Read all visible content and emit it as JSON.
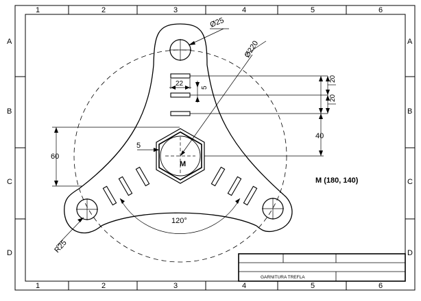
{
  "zones": {
    "columns": [
      "1",
      "2",
      "3",
      "4",
      "5",
      "6"
    ],
    "rows": [
      "A",
      "B",
      "C",
      "D"
    ]
  },
  "dimensions": {
    "hole_diameter": "Ø25",
    "bolt_circle_diameter": "Ø220",
    "slot_width": "22",
    "slot_height": "5",
    "slot_spacing_1": "20",
    "slot_spacing_2": "20",
    "slot_to_center": "40",
    "center_height": "60",
    "hex_offset": "5",
    "end_radius": "R25",
    "angle": "120°"
  },
  "labels": {
    "center_point": "M",
    "center_coords": "M (180, 140)"
  },
  "title_block": {
    "title": "GARNITURA TREFLA"
  }
}
